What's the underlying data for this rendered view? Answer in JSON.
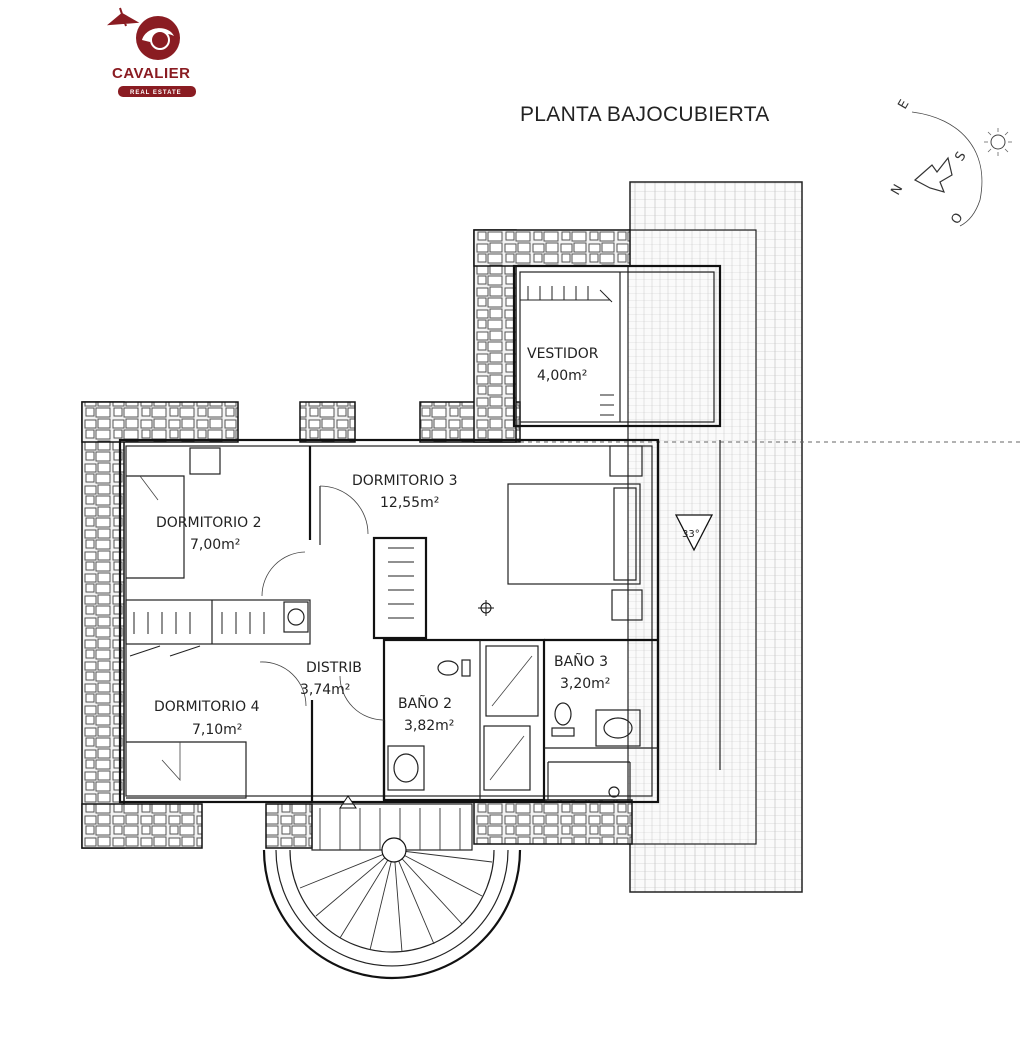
{
  "logo": {
    "name": "CAVALIER",
    "subtitle": "REAL ESTATE",
    "color": "#8a1c22"
  },
  "plan": {
    "title": "PLANTA BAJOCUBIERTA"
  },
  "rooms": [
    {
      "id": "vestidor",
      "name": "VESTIDOR",
      "area": "4,00m²"
    },
    {
      "id": "dormitorio-3",
      "name": "DORMITORIO 3",
      "area": "12,55m²"
    },
    {
      "id": "dormitorio-2",
      "name": "DORMITORIO 2",
      "area": "7,00m²"
    },
    {
      "id": "distrib",
      "name": "DISTRIB",
      "area": "3,74m²"
    },
    {
      "id": "bano-3",
      "name": "BAÑO 3",
      "area": "3,20m²"
    },
    {
      "id": "bano-2",
      "name": "BAÑO 2",
      "area": "3,82m²"
    },
    {
      "id": "dormitorio-4",
      "name": "DORMITORIO 4",
      "area": "7,10m²"
    }
  ],
  "compass": {
    "letters": [
      "E",
      "S",
      "N",
      "O"
    ]
  },
  "roof": {
    "slope": "33°"
  },
  "colors": {
    "line": "#111111",
    "stone": "#f2f2f2",
    "roof": "#f7f7f7"
  }
}
